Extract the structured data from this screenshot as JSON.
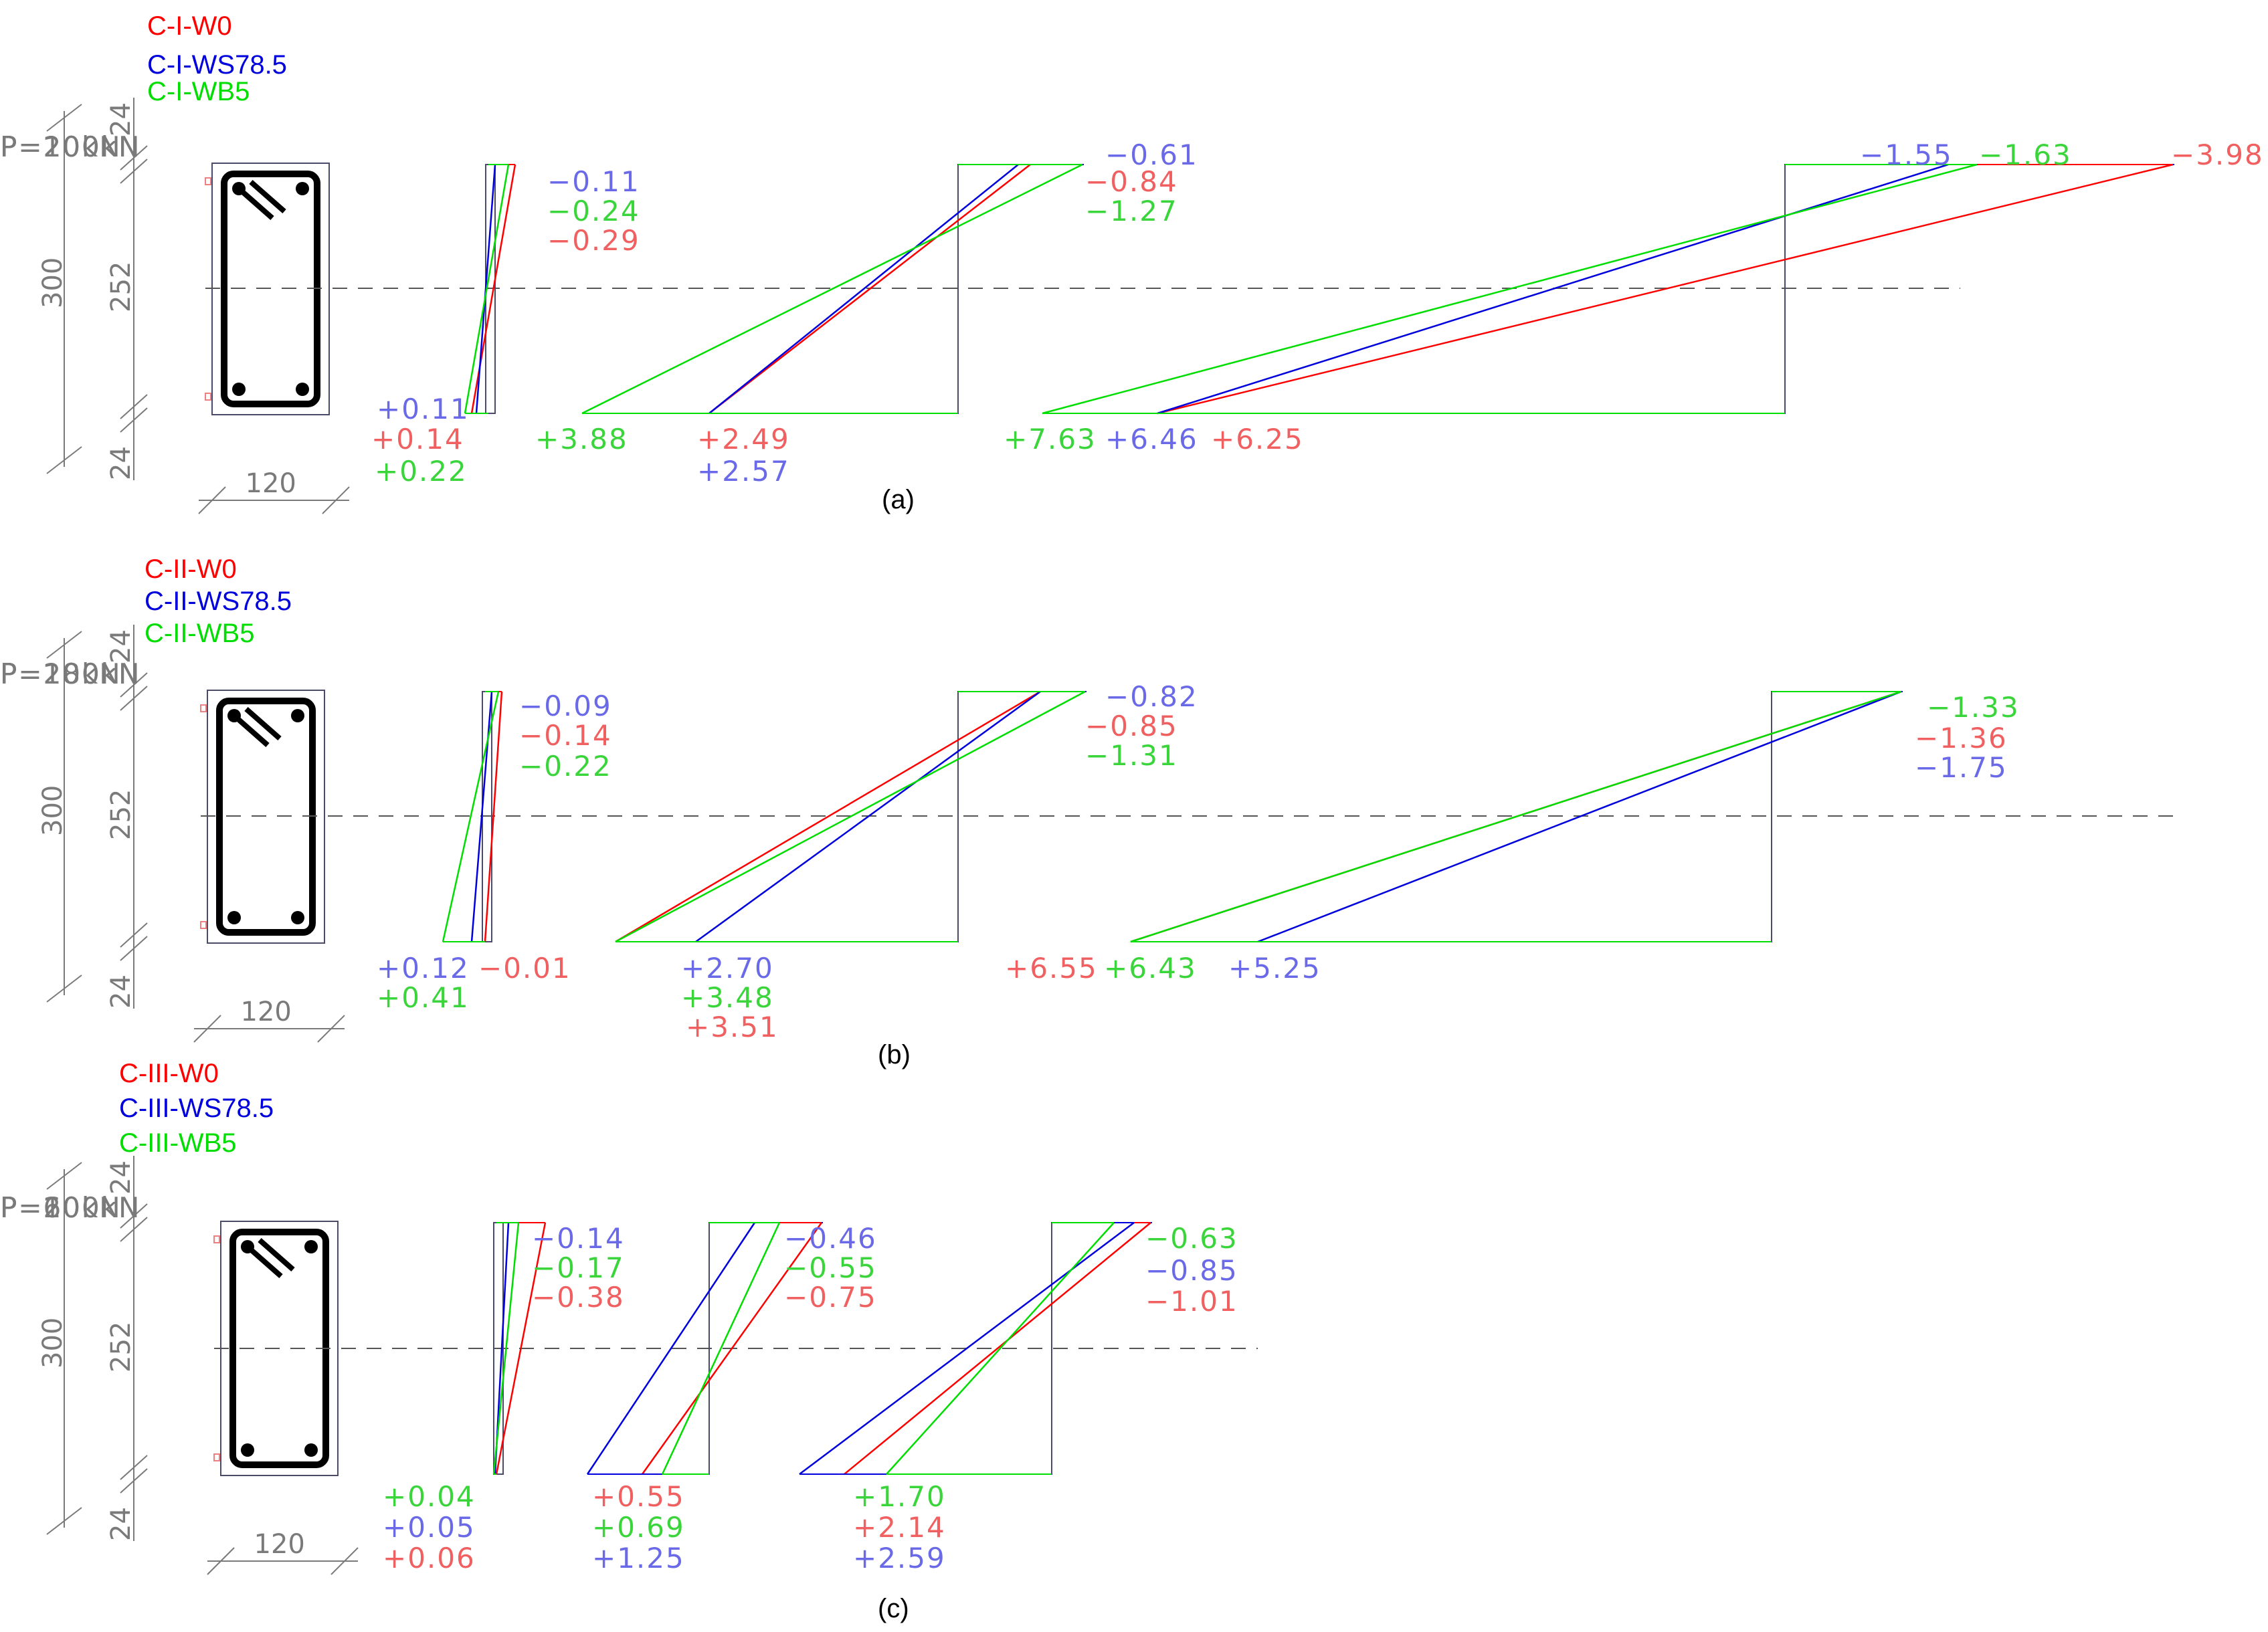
{
  "colors": {
    "W0": "#ff0000",
    "WS78.5": "#0000dd",
    "WB5": "#00dd00",
    "W0_label": "#f06060",
    "WS78.5_label": "#6a6ae8",
    "WB5_label": "#3ad53a",
    "outline": "#4a4a6a",
    "gray": "#7a7a7a"
  },
  "dimensions": {
    "height": "300",
    "cover_top": "24",
    "core": "252",
    "cover_bottom": "24",
    "width": "120"
  },
  "panels": [
    {
      "subtitle": "(a)",
      "legend": [
        "C-I-W0",
        "C-I-WS78.5",
        "C-I-WB5"
      ],
      "loads": [
        {
          "label": "P=20kN",
          "top_labels": [
            {
              "text": "−0.11",
              "series": "WS78.5"
            },
            {
              "text": "−0.24",
              "series": "WB5"
            },
            {
              "text": "−0.29",
              "series": "W0"
            }
          ],
          "bottom_labels": [
            {
              "text": "+0.11",
              "series": "WS78.5"
            },
            {
              "text": "+0.14",
              "series": "W0"
            },
            {
              "text": "+0.22",
              "series": "WB5"
            }
          ]
        },
        {
          "label": "P=100kN",
          "top_labels": [
            {
              "text": "−0.61",
              "series": "WS78.5"
            },
            {
              "text": "−0.84",
              "series": "W0"
            },
            {
              "text": "−1.27",
              "series": "WB5"
            }
          ],
          "bottom_labels": [
            {
              "text": "+3.88",
              "series": "WB5"
            },
            {
              "text": "+2.49",
              "series": "W0"
            },
            {
              "text": "+2.57",
              "series": "WS78.5"
            }
          ]
        },
        {
          "label": "P=200kN",
          "top_labels": [
            {
              "text": "−1.55",
              "series": "WS78.5"
            },
            {
              "text": "−1.63",
              "series": "WB5"
            },
            {
              "text": "−3.98",
              "series": "W0"
            }
          ],
          "bottom_labels": [
            {
              "text": "+7.63",
              "series": "WB5"
            },
            {
              "text": "+6.46",
              "series": "WS78.5"
            },
            {
              "text": "+6.25",
              "series": "W0"
            }
          ]
        }
      ]
    },
    {
      "subtitle": "(b)",
      "legend": [
        "C-II-W0",
        "C-II-WS78.5",
        "C-II-WB5"
      ],
      "loads": [
        {
          "label": "P=20kN",
          "top_labels": [
            {
              "text": "−0.09",
              "series": "WS78.5"
            },
            {
              "text": "−0.14",
              "series": "W0"
            },
            {
              "text": "−0.22",
              "series": "WB5"
            }
          ],
          "bottom_labels": [
            {
              "text": "+0.12",
              "series": "WS78.5"
            },
            {
              "text": "−0.01",
              "series": "W0"
            },
            {
              "text": "+0.41",
              "series": "WB5"
            }
          ]
        },
        {
          "label": "P=100kN",
          "top_labels": [
            {
              "text": "−0.82",
              "series": "WS78.5"
            },
            {
              "text": "−0.85",
              "series": "W0"
            },
            {
              "text": "−1.31",
              "series": "WB5"
            }
          ],
          "bottom_labels": [
            {
              "text": "+2.70",
              "series": "WS78.5"
            },
            {
              "text": "+3.48",
              "series": "WB5"
            },
            {
              "text": "+3.51",
              "series": "W0"
            }
          ]
        },
        {
          "label": "P=180kN",
          "top_labels": [
            {
              "text": "−1.33",
              "series": "WB5"
            },
            {
              "text": "−1.36",
              "series": "W0"
            },
            {
              "text": "−1.75",
              "series": "WS78.5"
            }
          ],
          "bottom_labels": [
            {
              "text": "+6.55",
              "series": "W0"
            },
            {
              "text": "+6.43",
              "series": "WB5"
            },
            {
              "text": "+5.25",
              "series": "WS78.5"
            }
          ]
        }
      ]
    },
    {
      "subtitle": "(c)",
      "legend": [
        "C-III-W0",
        "C-III-WS78.5",
        "C-III-WB5"
      ],
      "loads": [
        {
          "label": "P=20kN",
          "top_labels": [
            {
              "text": "−0.14",
              "series": "WS78.5"
            },
            {
              "text": "−0.17",
              "series": "WB5"
            },
            {
              "text": "−0.38",
              "series": "W0"
            }
          ],
          "bottom_labels": [
            {
              "text": "+0.04",
              "series": "WB5"
            },
            {
              "text": "+0.05",
              "series": "WS78.5"
            },
            {
              "text": "+0.06",
              "series": "W0"
            }
          ]
        },
        {
          "label": "P=60kN",
          "top_labels": [
            {
              "text": "−0.46",
              "series": "WS78.5"
            },
            {
              "text": "−0.55",
              "series": "WB5"
            },
            {
              "text": "−0.75",
              "series": "W0"
            }
          ],
          "bottom_labels": [
            {
              "text": "+0.55",
              "series": "W0"
            },
            {
              "text": "+0.69",
              "series": "WB5"
            },
            {
              "text": "+1.25",
              "series": "WS78.5"
            }
          ]
        },
        {
          "label": "P=100kN",
          "top_labels": [
            {
              "text": "−0.63",
              "series": "WB5"
            },
            {
              "text": "−0.85",
              "series": "WS78.5"
            },
            {
              "text": "−1.01",
              "series": "W0"
            }
          ],
          "bottom_labels": [
            {
              "text": "+1.70",
              "series": "WB5"
            },
            {
              "text": "+2.14",
              "series": "W0"
            },
            {
              "text": "+2.59",
              "series": "WS78.5"
            }
          ]
        }
      ]
    }
  ]
}
